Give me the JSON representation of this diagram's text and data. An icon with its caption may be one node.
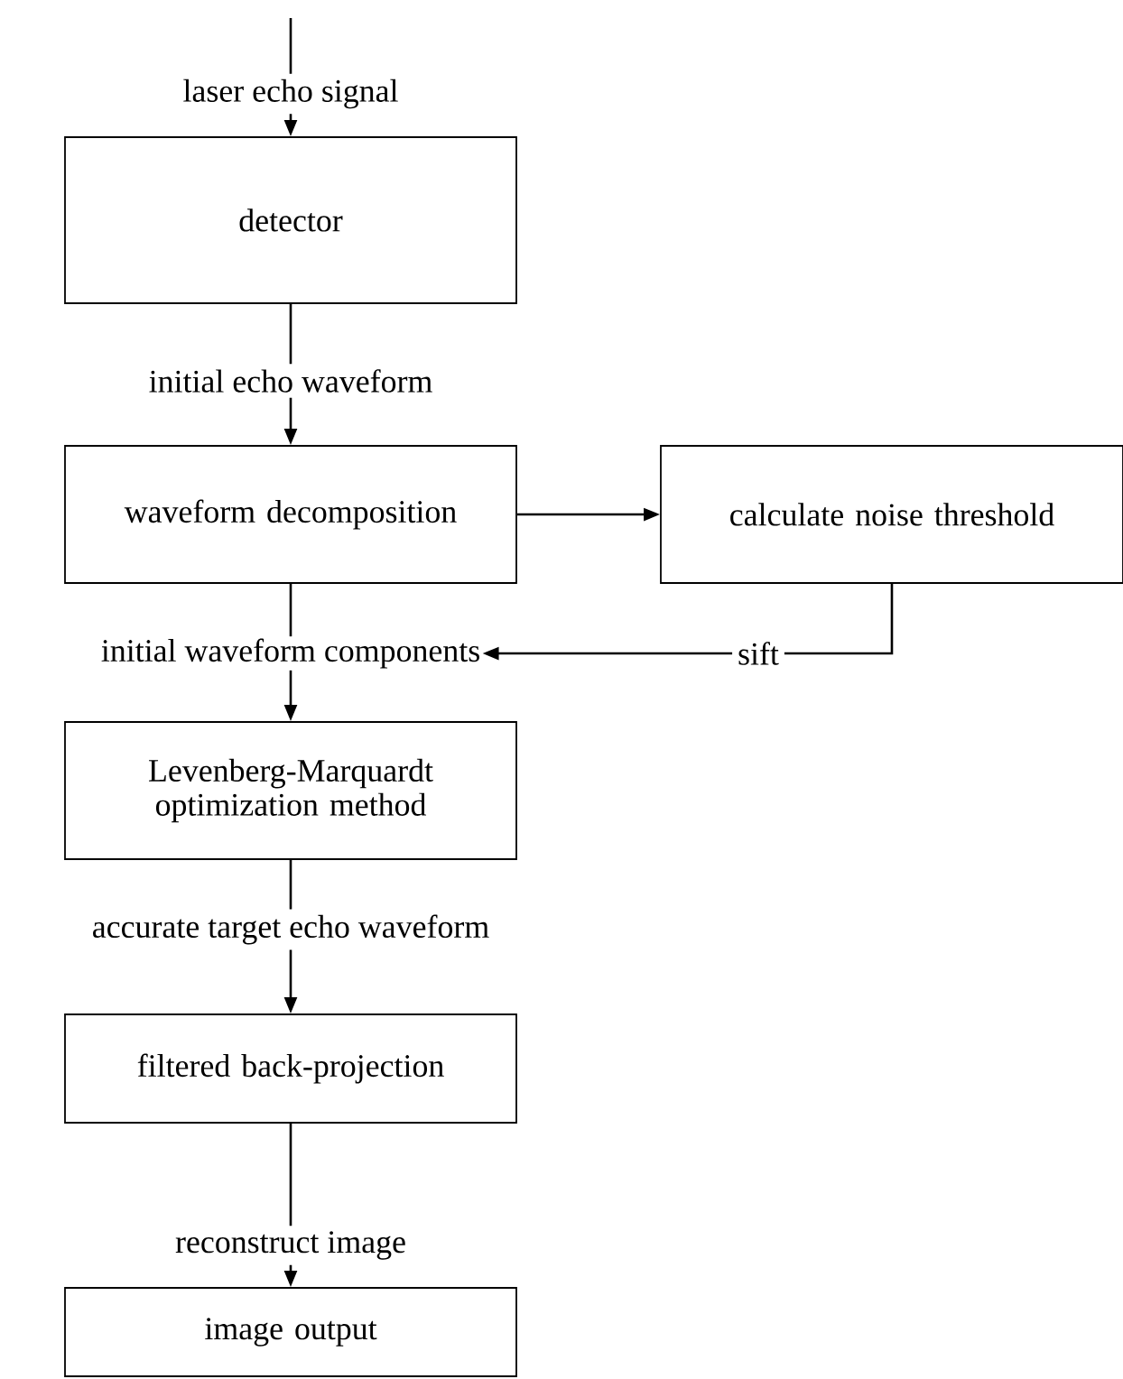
{
  "diagram": {
    "nodes": [
      {
        "text": [
          "detector"
        ]
      },
      {
        "text": [
          "waveform decomposition"
        ]
      },
      {
        "text": [
          "calculate noise threshold"
        ]
      },
      {
        "text": [
          "initial waveform components"
        ]
      },
      {
        "text": [
          "Levenberg-Marquardt optimization method"
        ]
      },
      {
        "text": [
          "filtered back-projection"
        ]
      },
      {
        "text": [
          "image output"
        ]
      }
    ],
    "edges": [
      {
        "from": null,
        "to": 0,
        "arrow": "to",
        "label": "laser echo signal"
      },
      {
        "from": 0,
        "to": 1,
        "arrow": "to",
        "label": "initial echo waveform"
      },
      {
        "from": 1,
        "to": 2,
        "arrow": "to"
      },
      {
        "from": 1,
        "to": 3,
        "arrow": "none"
      },
      {
        "from": 2,
        "to": 3,
        "arrow": "to",
        "label": "sift"
      },
      {
        "from": 3,
        "to": 4,
        "arrow": "to"
      },
      {
        "from": 4,
        "to": 5,
        "arrow": "to",
        "label": "accurate target echo waveform"
      },
      {
        "from": 5,
        "to": 6,
        "arrow": "to",
        "label": "reconstruct image"
      }
    ]
  }
}
